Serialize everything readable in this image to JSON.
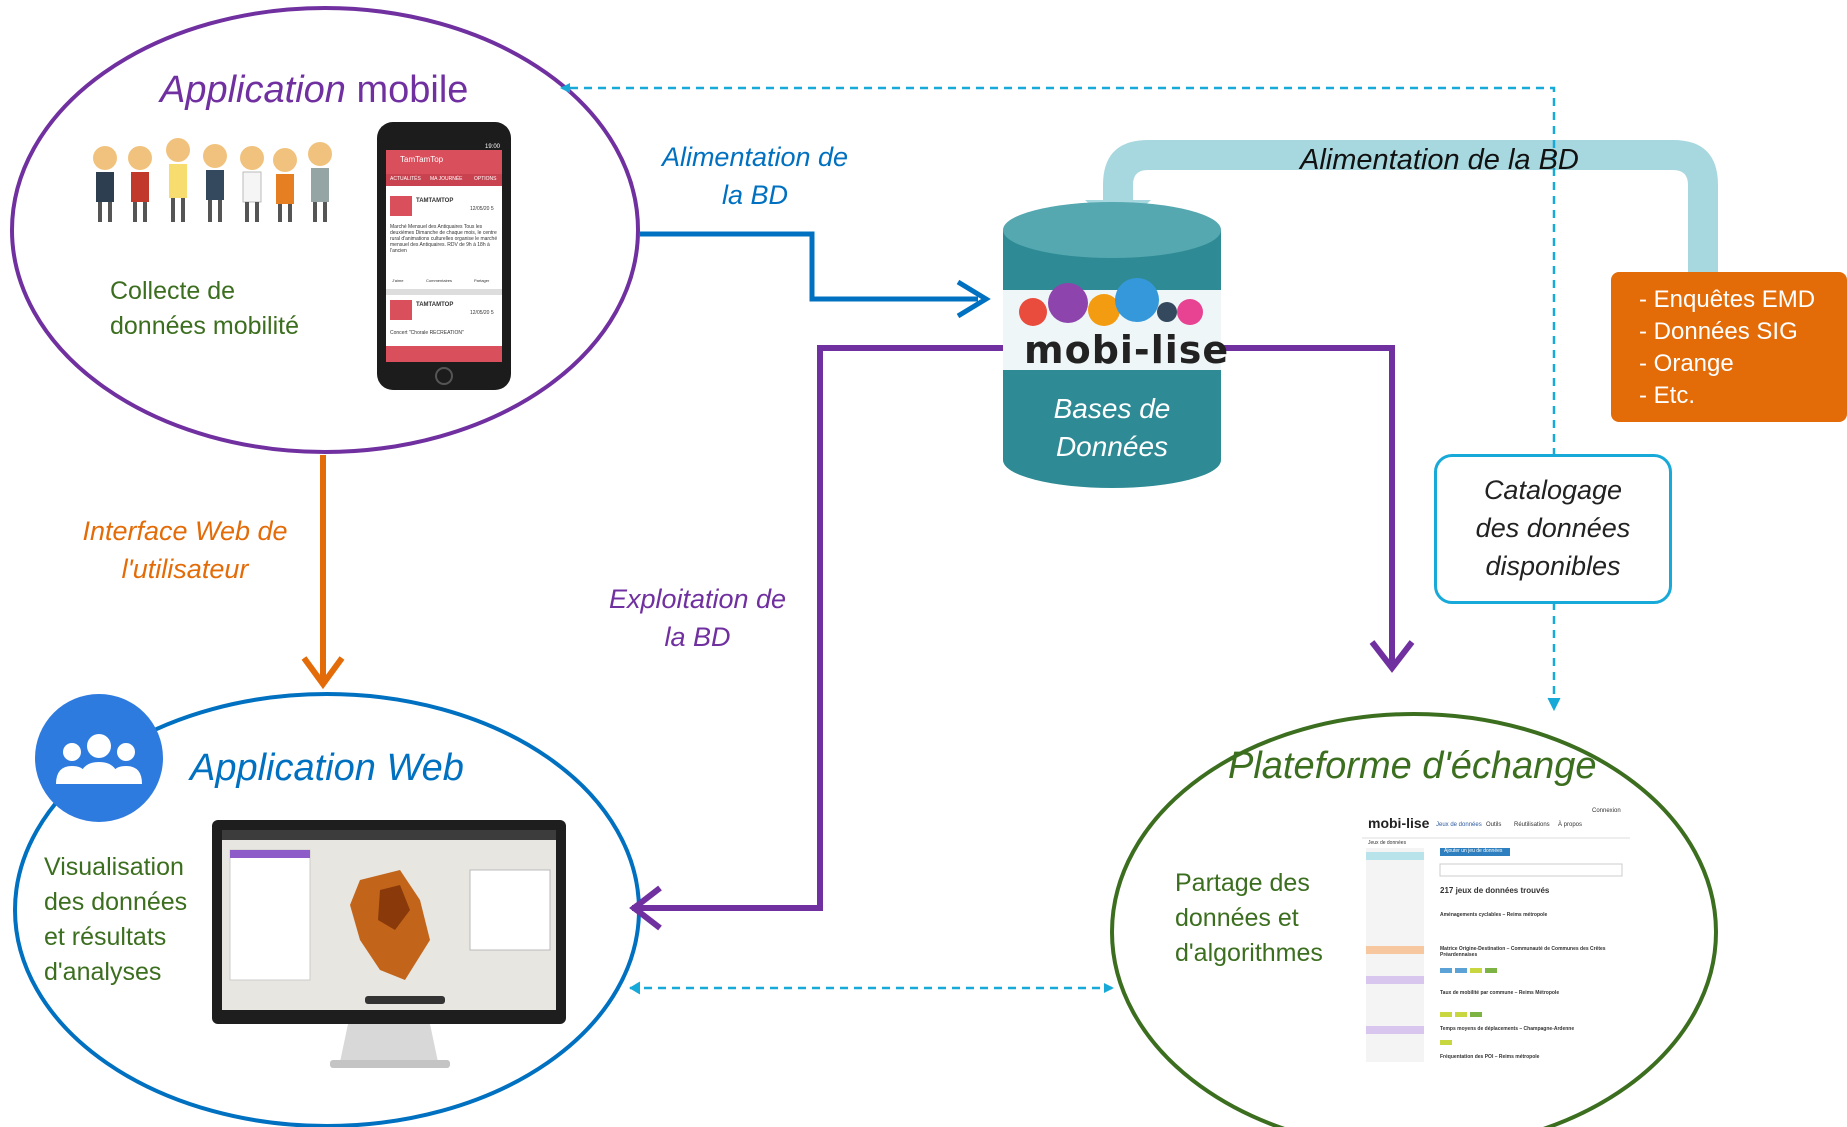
{
  "mobile_app": {
    "title_italic": "Application",
    "title_rest": " mobile",
    "description": [
      "Collecte de",
      "données mobilité"
    ],
    "phone": {
      "app_name": "TamTamTop",
      "time": "19:00",
      "tabs": [
        "ACTUALITÉS",
        "MA JOURNÉE",
        "OPTIONS"
      ],
      "post1_author": "TAMTAMTOP",
      "post1_date": "12/05/20 5",
      "post1_text": "Marché Mensuel des Antiquaires Tous les deuxièmes Dimanche de chaque mois, le centre rural d'animations culturelles organise le marché mensuel des Antiquaires. RDV de 9h à 18h à l'ancien",
      "post_actions": [
        "J'aime",
        "Commentaires",
        "Partager"
      ],
      "post2_author": "TAMTAMTOP",
      "post2_date": "12/05/20 5",
      "post2_text": "Concert \"Chorale RECREATION\""
    }
  },
  "web_app": {
    "title": "Application Web",
    "description": [
      "Visualisation",
      "des données",
      "et résultats",
      "d'analyses"
    ]
  },
  "platform": {
    "title": "Plateforme d'échange",
    "description": [
      "Partage des",
      "données et",
      "d'algorithmes"
    ],
    "screenshot": {
      "logo": "mobi-lise",
      "nav": [
        "Jeux de données",
        "Outils",
        "Réutilisations",
        "À propos"
      ],
      "login": "Connexion",
      "breadcrumb": "Jeux de données",
      "add_button": "Ajouter un jeu de données",
      "count": "217 jeux de données trouvés",
      "datasets": [
        "Aménagements cyclables – Reims métropole",
        "Matrice Origine-Destination – Communauté de Communes des Crêtes Préardennaises",
        "Taux de mobilité par commune – Reims Métropole",
        "Temps moyens de déplacements – Champagne-Ardenne",
        "Fréquentation des POI – Reims métropole"
      ]
    }
  },
  "database": {
    "logo": "mobi-lise",
    "label": [
      "Bases de",
      "Données"
    ]
  },
  "flows": {
    "alim_mobile": [
      "Alimentation de",
      "la BD"
    ],
    "alim_top": "Alimentation de la BD",
    "interface_web": [
      "Interface Web de",
      "l'utilisateur"
    ],
    "exploitation": [
      "Exploitation de",
      "la BD"
    ]
  },
  "sources": [
    "- Enquêtes EMD",
    "- Données SIG",
    "- Orange",
    "- Etc."
  ],
  "catalog": [
    "Catalogage",
    "des données",
    "disponibles"
  ],
  "colors": {
    "purple": "#7030a0",
    "blue": "#0070c0",
    "green": "#3c6e1f",
    "orange": "#e36c09",
    "cyan": "#17a9d8",
    "teal": "#2e8b95",
    "light_teal": "#a8d8df"
  }
}
